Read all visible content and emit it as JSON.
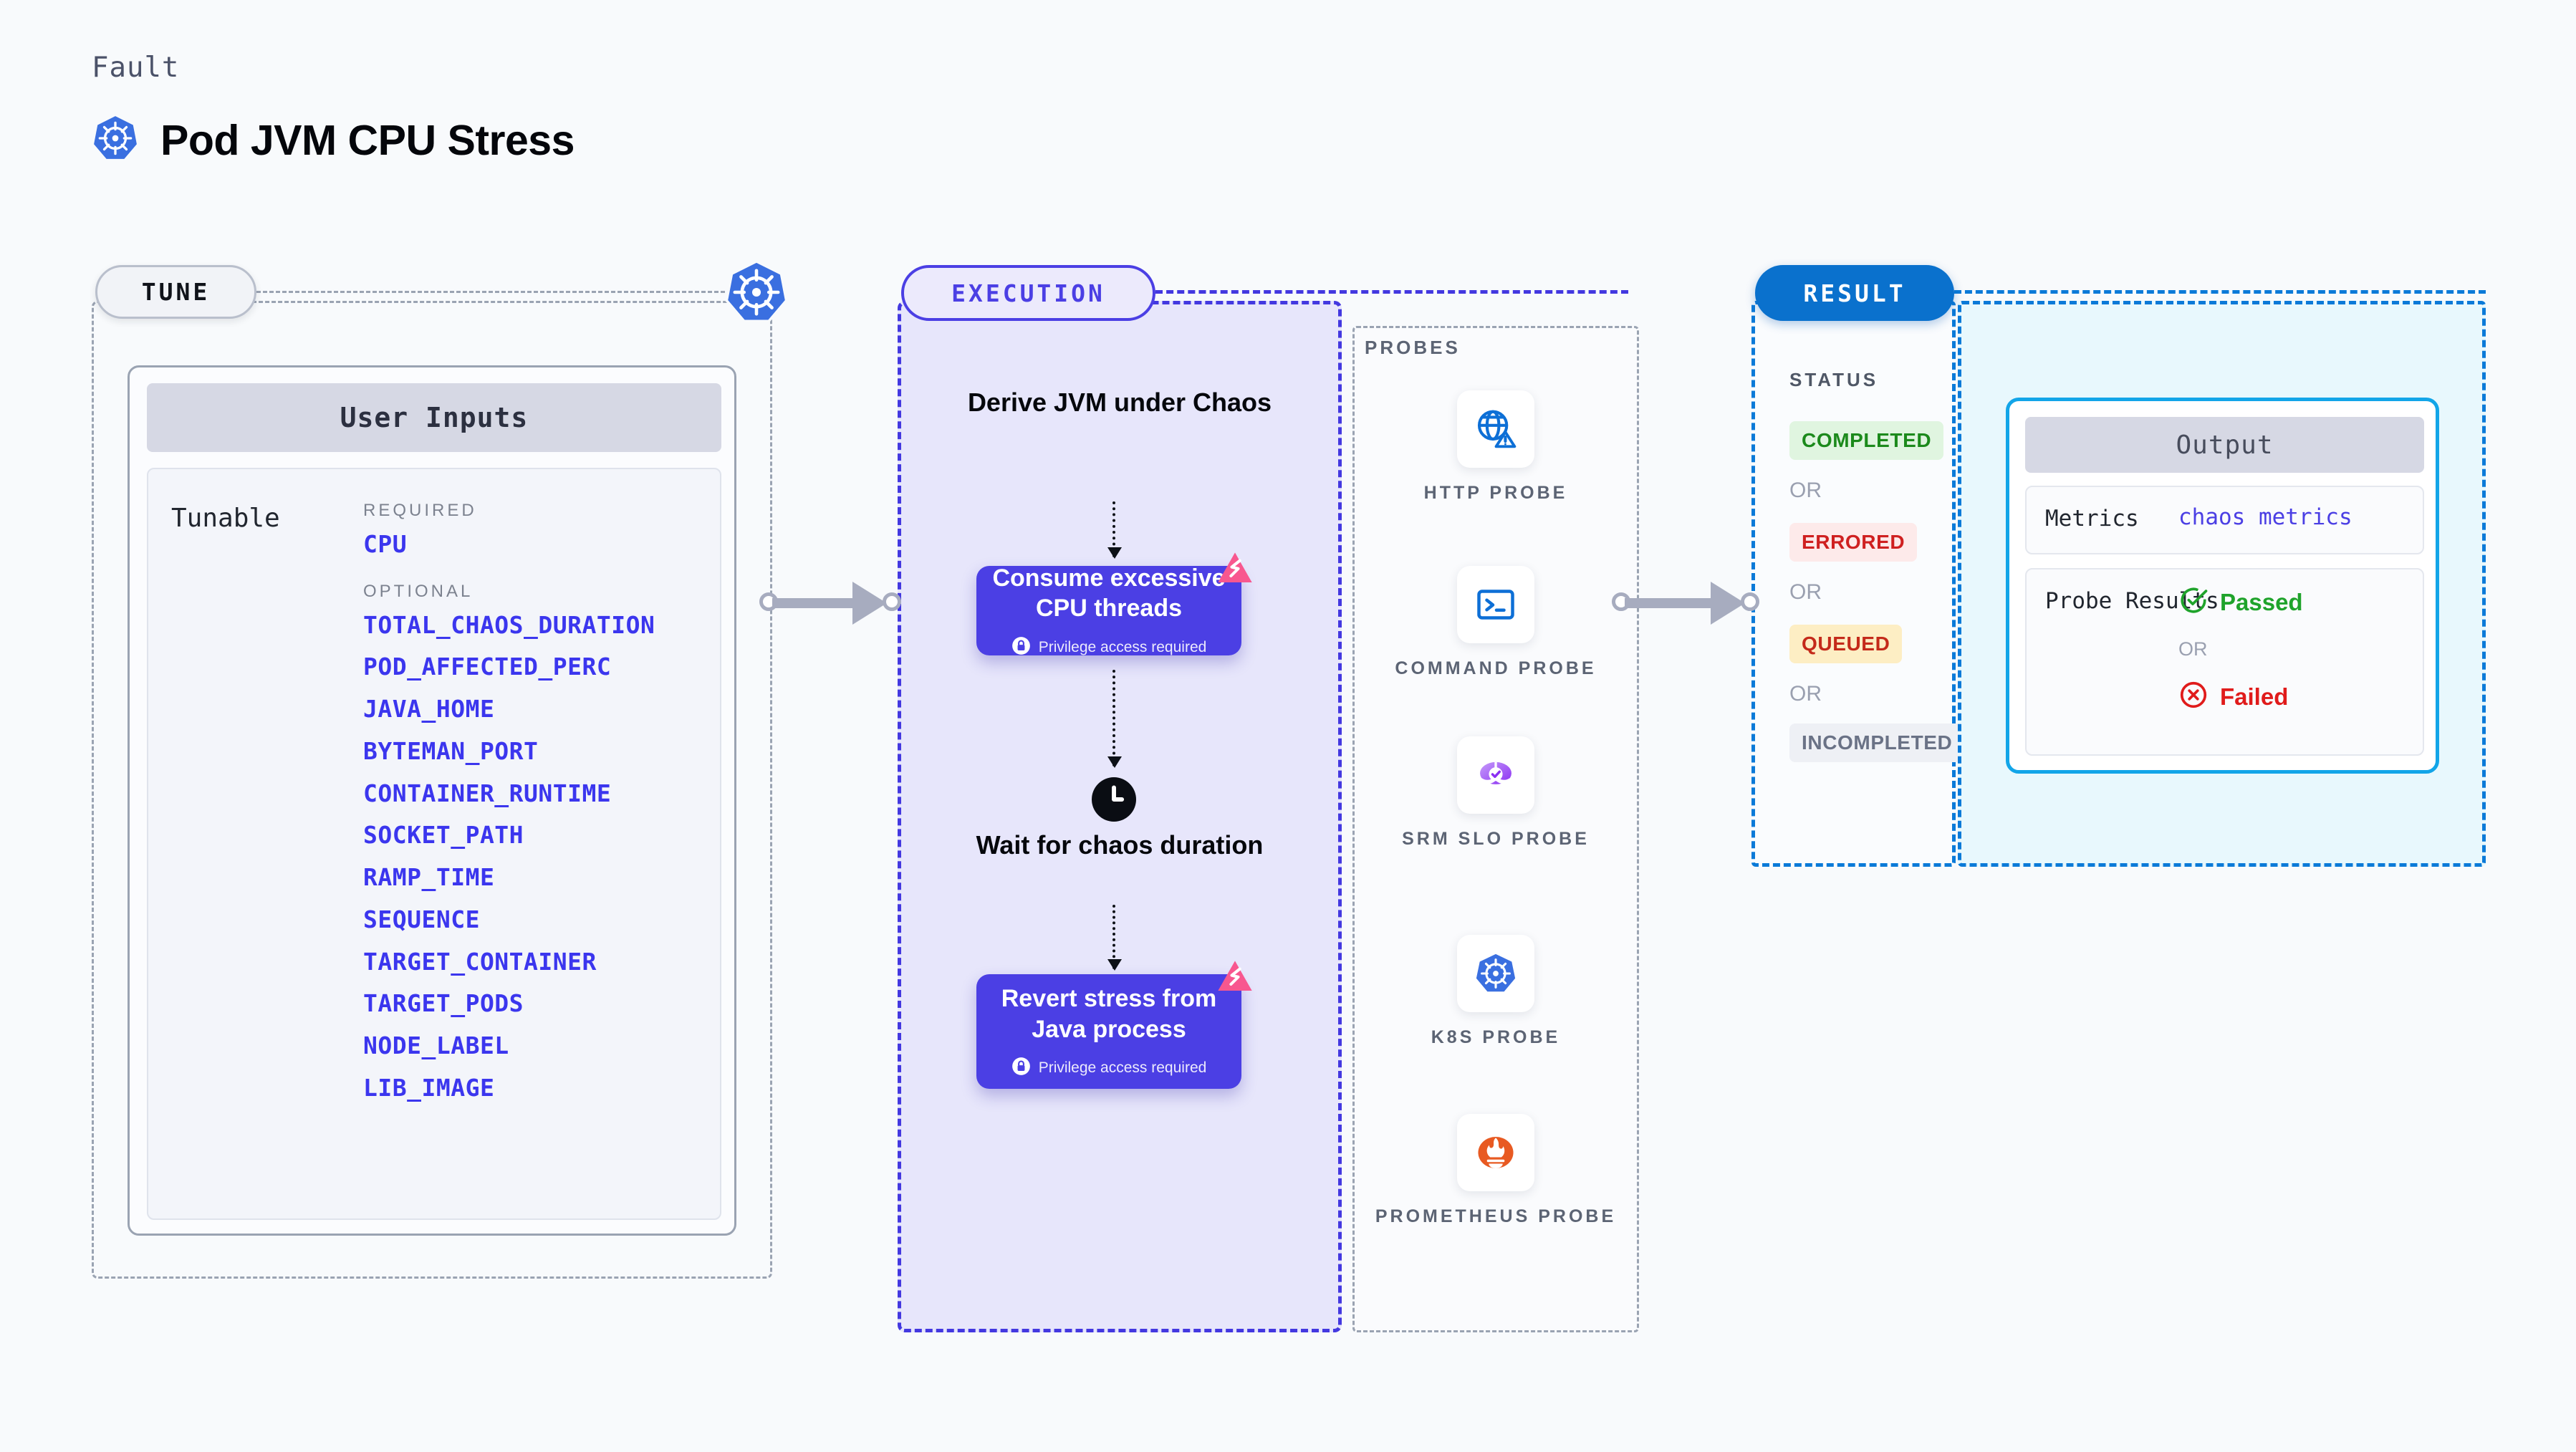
{
  "header": {
    "kicker": "Fault",
    "title": "Pod JVM CPU Stress",
    "icon": "kubernetes-icon"
  },
  "tune": {
    "pill_label": "TUNE",
    "badge_icon": "kubernetes-icon",
    "card_title": "User Inputs",
    "tunable_label": "Tunable",
    "groups": [
      {
        "label": "REQUIRED",
        "params": [
          "CPU"
        ]
      },
      {
        "label": "OPTIONAL",
        "params": [
          "TOTAL_CHAOS_DURATION",
          "POD_AFFECTED_PERC",
          "JAVA_HOME",
          "BYTEMAN_PORT",
          "CONTAINER_RUNTIME",
          "SOCKET_PATH",
          "RAMP_TIME",
          "SEQUENCE",
          "TARGET_CONTAINER",
          "TARGET_PODS",
          "NODE_LABEL",
          "LIB_IMAGE"
        ]
      }
    ]
  },
  "execution": {
    "pill_label": "EXECUTION",
    "steps": [
      {
        "type": "text",
        "title": "Derive JVM under Chaos"
      },
      {
        "type": "action",
        "title": "Consume excessive CPU threads",
        "privilege": "Privilege access required",
        "badge": "litmus-chaos-icon"
      },
      {
        "type": "wait",
        "title": "Wait for chaos duration",
        "icon": "clock-icon"
      },
      {
        "type": "action",
        "title": "Revert stress from Java process",
        "privilege": "Privilege access required",
        "badge": "litmus-chaos-icon"
      }
    ]
  },
  "probes": {
    "label": "PROBES",
    "items": [
      {
        "name": "HTTP PROBE",
        "icon": "globe-warning-icon"
      },
      {
        "name": "COMMAND PROBE",
        "icon": "terminal-icon"
      },
      {
        "name": "SRM SLO PROBE",
        "icon": "srm-slo-icon"
      },
      {
        "name": "K8S PROBE",
        "icon": "kubernetes-icon"
      },
      {
        "name": "PROMETHEUS PROBE",
        "icon": "prometheus-icon"
      }
    ]
  },
  "result": {
    "pill_label": "RESULT",
    "status_label": "STATUS",
    "or_label": "OR",
    "statuses": [
      {
        "label": "COMPLETED",
        "bg": "#e0f5e0",
        "fg": "#1c8a1c"
      },
      {
        "label": "ERRORED",
        "bg": "#fdeaea",
        "fg": "#cf2020"
      },
      {
        "label": "QUEUED",
        "bg": "#fdeec4",
        "fg": "#c42a1a"
      },
      {
        "label": "INCOMPLETED",
        "bg": "#eef0f5",
        "fg": "#6a7286"
      }
    ]
  },
  "output": {
    "card_title": "Output",
    "metrics_key": "Metrics",
    "metrics_value": "chaos metrics",
    "probe_results_key": "Probe Results",
    "or_label": "OR",
    "passed": "Passed",
    "failed": "Failed",
    "passed_color": "#1fa32b",
    "failed_color": "#e01b1b"
  },
  "colors": {
    "canvas": "#f8fafc",
    "execution_accent": "#4b3fe4",
    "result_accent": "#0b7ad8",
    "output_accent": "#12a5e8",
    "param_link": "#3b36ee",
    "tune_border": "#9aa3b2"
  }
}
